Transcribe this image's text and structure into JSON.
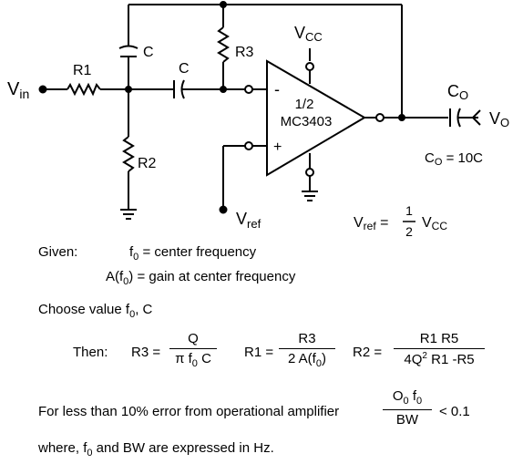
{
  "schematic": {
    "vin": "V",
    "vin_sub": "in",
    "r1": "R1",
    "r2": "R2",
    "r3": "R3",
    "c_top": "C",
    "c_mid": "C",
    "vcc": "V",
    "vcc_sub": "CC",
    "minus": "-",
    "plus": "+",
    "opamp_line1": "1/2",
    "opamp_line2": "MC3403",
    "vref": "V",
    "vref_sub": "ref",
    "co": "C",
    "co_sub": "O",
    "vo": "V",
    "vo_sub": "O",
    "co_eq_c": "C",
    "co_eq_sub": "O",
    "co_eq_rest": " = 10C",
    "vref_eq_v": "V",
    "vref_eq_sub": "ref",
    "vref_eq_equals": " =",
    "vref_eq_num": "1",
    "vref_eq_den": "2",
    "vref_eq_vcc": "V",
    "vref_eq_vcc_sub": "CC"
  },
  "text": {
    "given": "Given:",
    "f0_line_pre": "f",
    "f0_line_sub": "0",
    "f0_line_rest": " = center frequency",
    "a_line_pre": "A(f",
    "a_line_sub": "0",
    "a_line_rest": ") = gain at center frequency",
    "choose_pre": "Choose value f",
    "choose_sub": "0",
    "choose_rest": ", C",
    "then": "Then:",
    "r3_label": "R3 =",
    "r3_num": "Q",
    "r3_den_pre": "π f",
    "r3_den_sub": "0",
    "r3_den_rest": " C",
    "r1_label": "R1 =",
    "r1_num": "R3",
    "r1_den_pre": "2 A(f",
    "r1_den_sub": "0",
    "r1_den_rest": ")",
    "r2_label": "R2 =",
    "r2_num": "R1 R5",
    "r2_den_pre": "4Q",
    "r2_den_sup": "2",
    "r2_den_rest": " R1 -R5",
    "error_line": "For less than 10% error from operational amplifier",
    "err_num_pre": "O",
    "err_num_sub": "0",
    "err_num_mid": " f",
    "err_num_sub2": "0",
    "err_den": "BW",
    "err_rest": "< 0.1",
    "where_pre": "where, f",
    "where_sub": "0",
    "where_rest": " and BW are expressed in Hz."
  }
}
